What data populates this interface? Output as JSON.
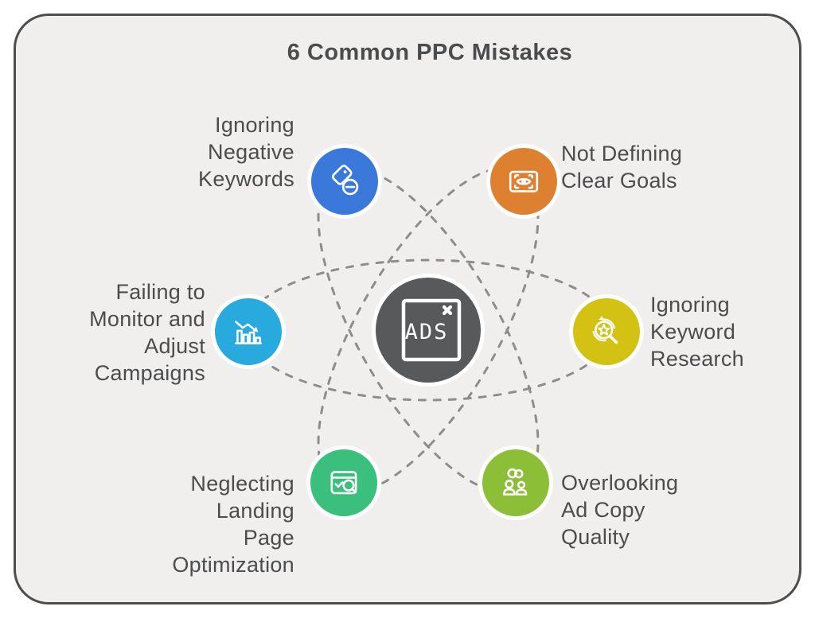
{
  "title": "6 Common PPC Mistakes",
  "theme": {
    "outer_background": "#ffffff",
    "background": "#f0efee",
    "frame_border": "#4d4d4d",
    "text": "#4b4c4e",
    "orbit_line": "#8d8d8d",
    "icon_ring": "#ffffff",
    "icon_glyph": "#ffffff"
  },
  "center": {
    "label": "ADS",
    "color": "#58595a",
    "icon": "ads-window-icon"
  },
  "nodes": [
    {
      "label": "Ignoring\nNegative\nKeywords",
      "color": "#3a79da",
      "icon": "negative-keyword-tag-icon"
    },
    {
      "label": "Not Defining\nClear Goals",
      "color": "#dd8030",
      "icon": "goal-vision-icon"
    },
    {
      "label": "Failing to\nMonitor and\nAdjust\nCampaigns",
      "color": "#29aadf",
      "icon": "declining-chart-icon"
    },
    {
      "label": "Ignoring\nKeyword\nResearch",
      "color": "#d3c113",
      "icon": "keyword-search-icon"
    },
    {
      "label": "Neglecting\nLanding\nPage\nOptimization",
      "color": "#3bbf7d",
      "icon": "landing-page-search-icon"
    },
    {
      "label": "Overlooking\nAd Copy\nQuality",
      "color": "#8cbe37",
      "icon": "ad-copy-team-icon"
    }
  ]
}
